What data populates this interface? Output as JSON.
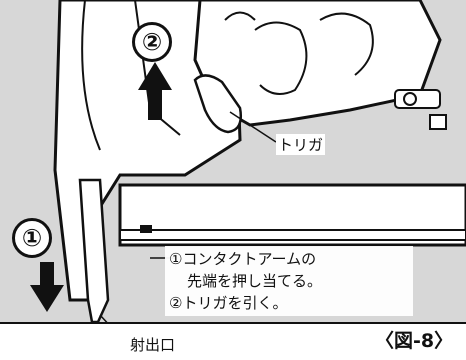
{
  "figure": {
    "step1_marker": "①",
    "step2_marker": "②",
    "trigger_label": "トリガ",
    "instructions": [
      "①コンタクトアームの",
      "先端を押し当てる。",
      "②トリガを引く。"
    ],
    "nozzle_label": "射出口",
    "caption": "〈図-8〉"
  }
}
